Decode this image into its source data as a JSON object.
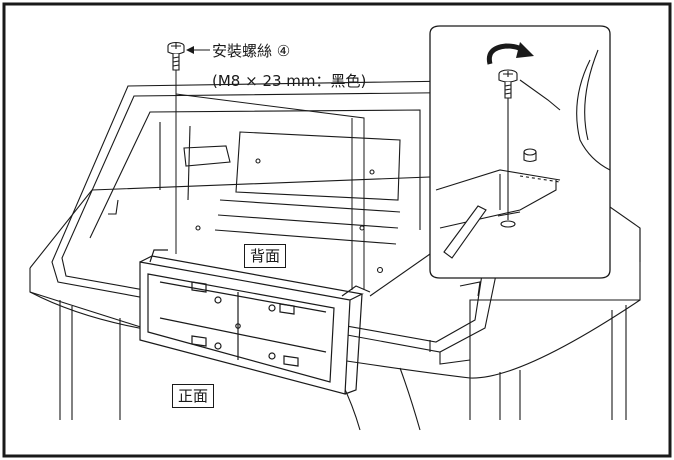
{
  "callouts": {
    "screw_name": "安裝螺絲 ④",
    "screw_spec": "(M8 × 23 mm：黑色)"
  },
  "views": {
    "back": "背面",
    "front": "正面"
  },
  "icons": {
    "screw": "screw-icon",
    "rotate": "clockwise-arrow-icon"
  },
  "colors": {
    "line": "#1a1a1a",
    "background": "#ffffff"
  }
}
